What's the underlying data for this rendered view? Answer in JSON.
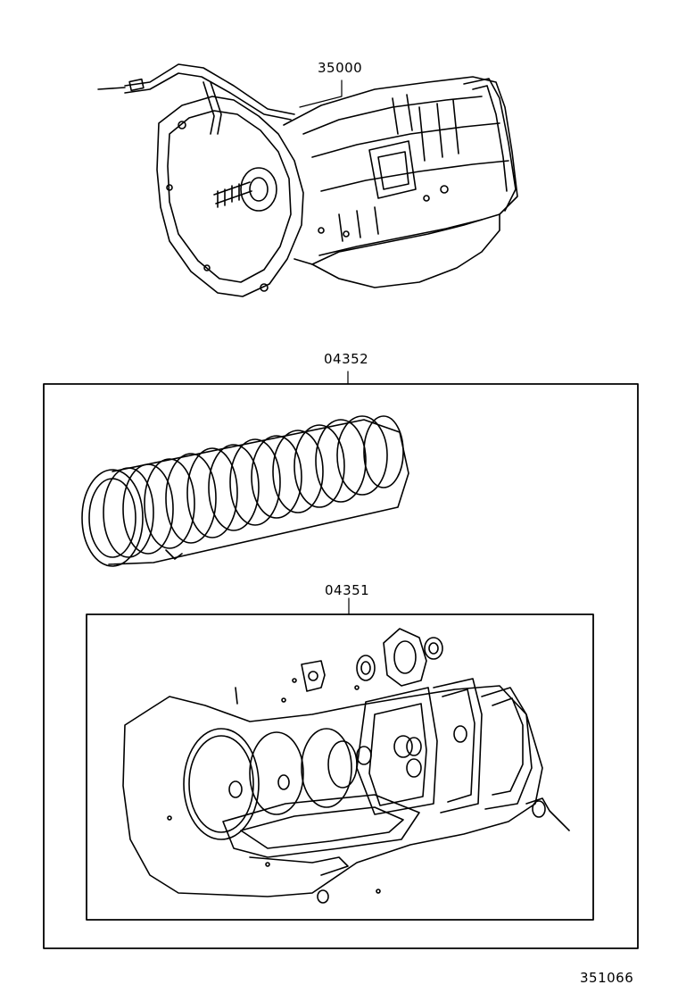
{
  "parts": {
    "transmission": {
      "number": "35000"
    },
    "overhaul_kit": {
      "number": "04352"
    },
    "gasket_kit": {
      "number": "04351"
    }
  },
  "illustration_id": "351066"
}
